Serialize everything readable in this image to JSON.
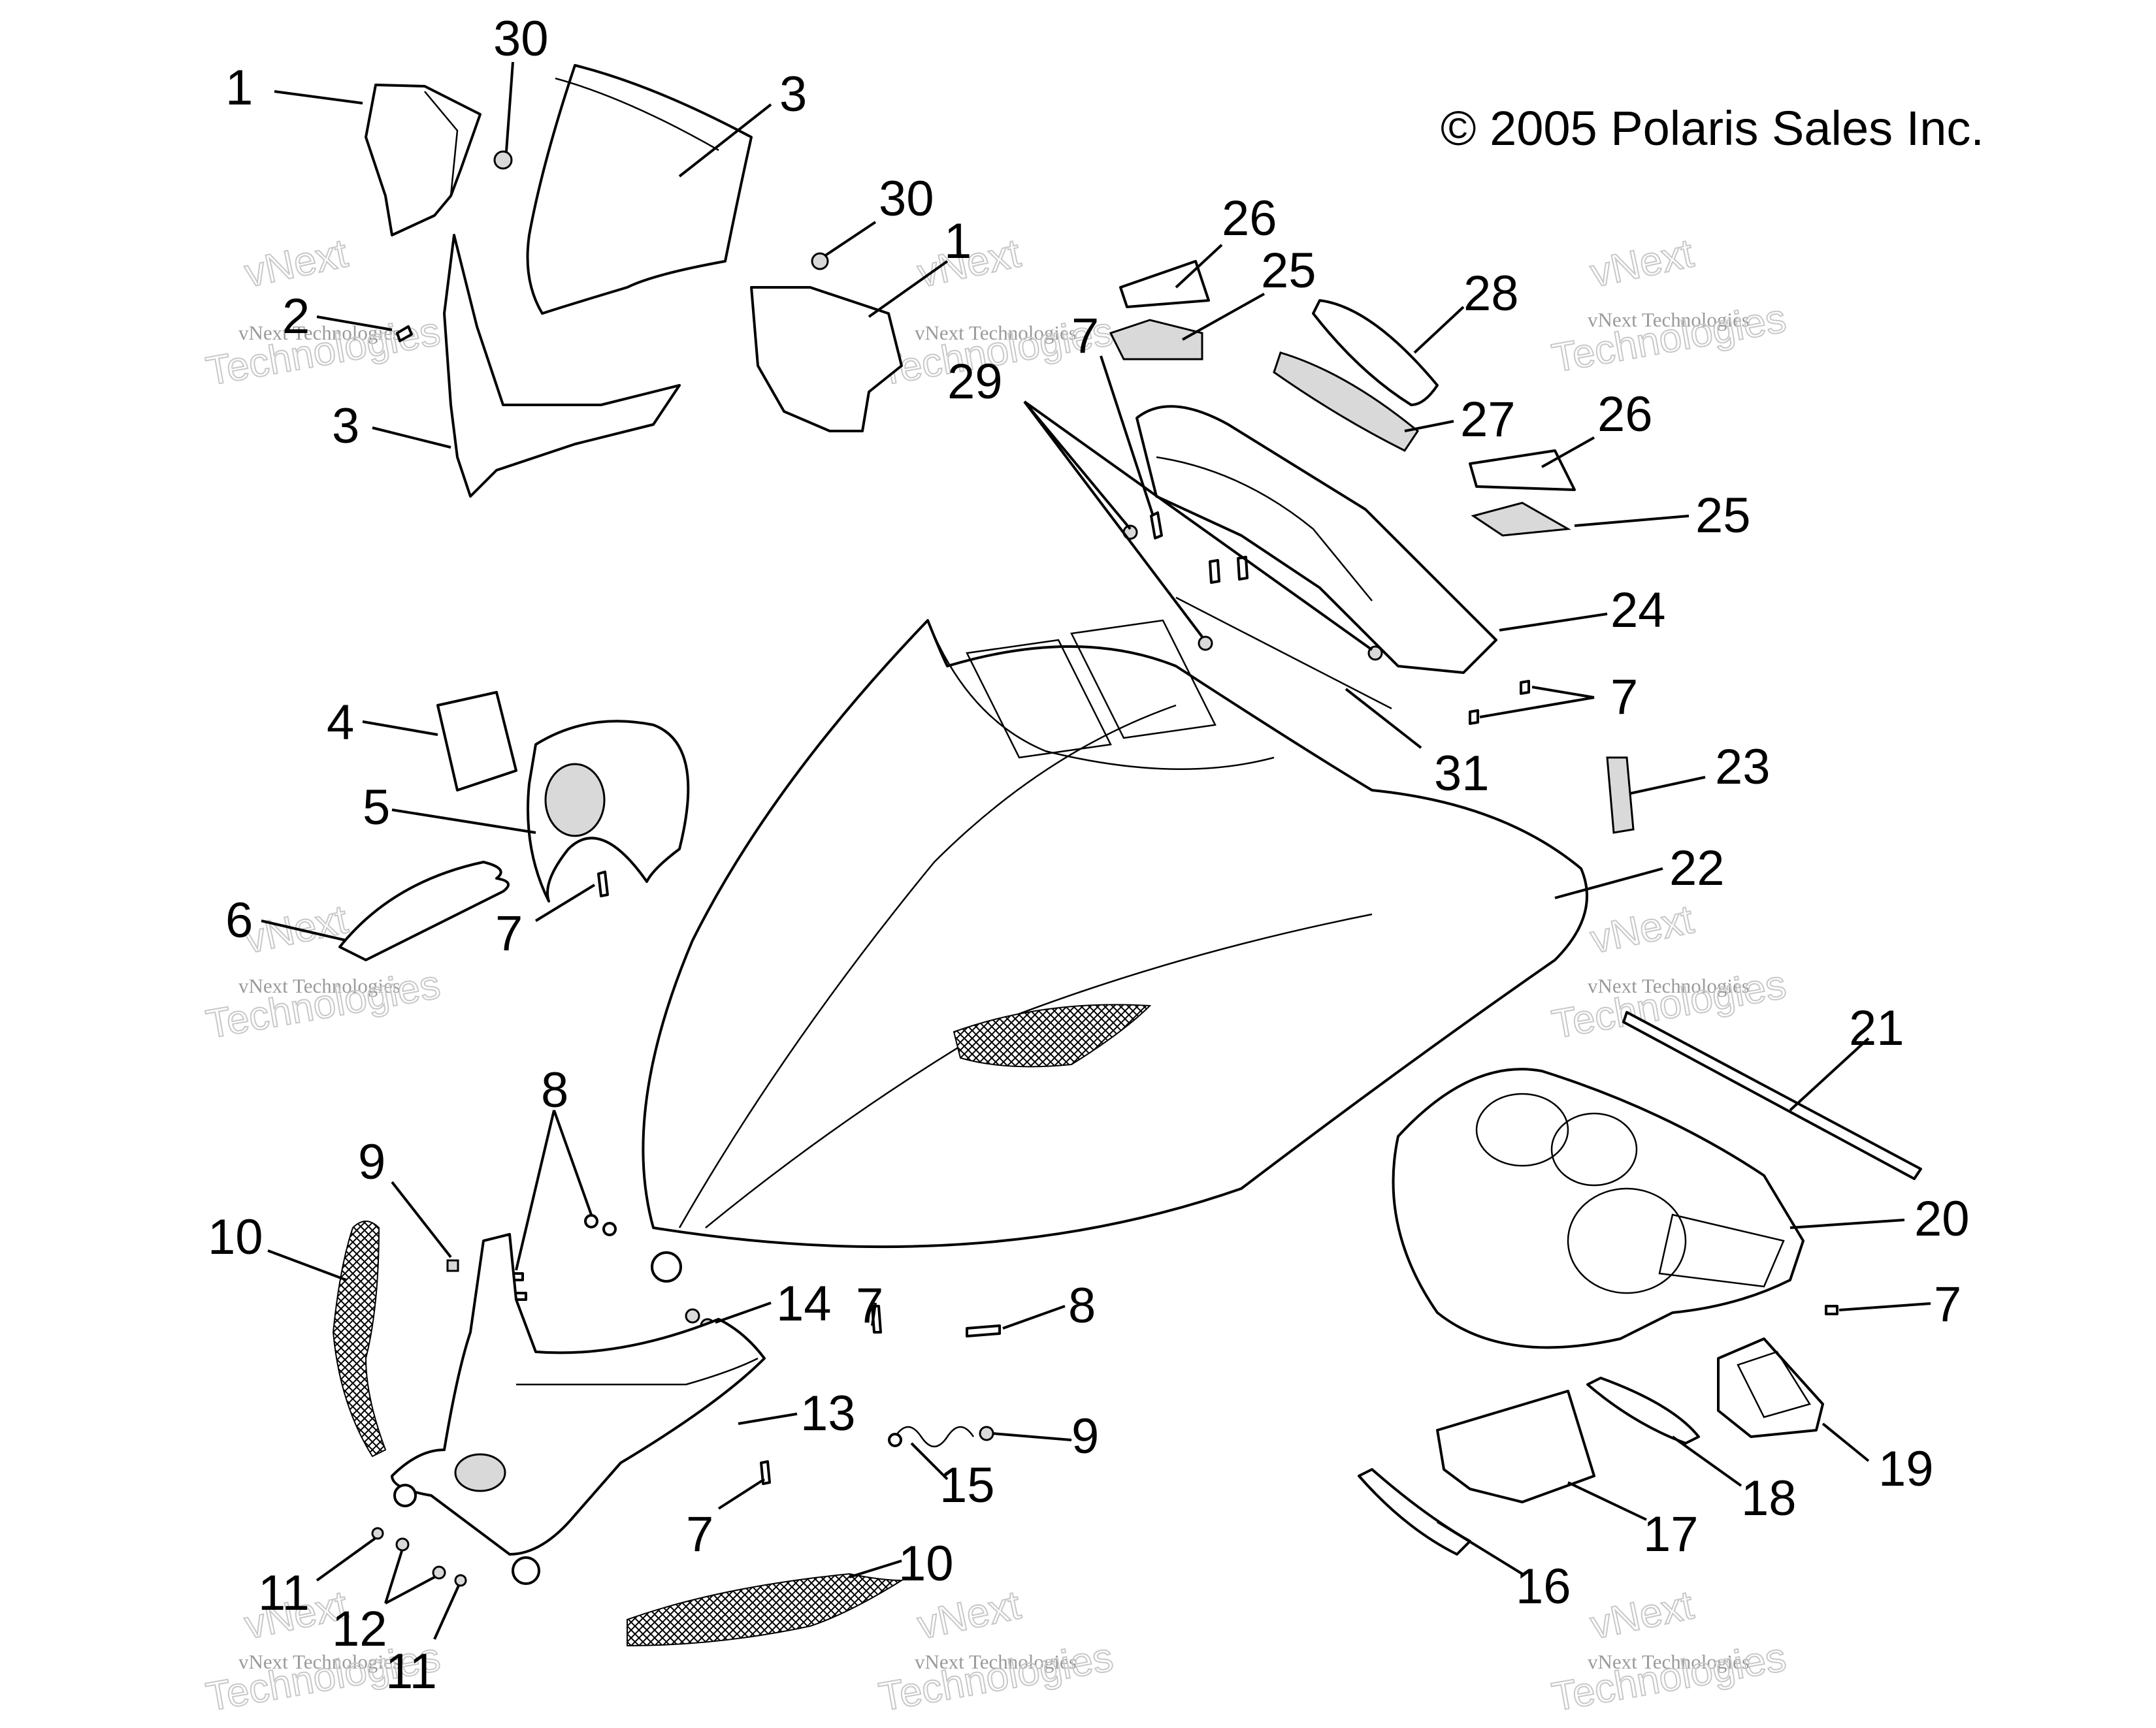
{
  "copyright": "© 2005 Polaris Sales Inc.",
  "watermark": {
    "small": "vNext Technologies",
    "large": "Technologies",
    "corner": "vNext"
  },
  "callouts": [
    "1",
    "30",
    "3",
    "30",
    "1",
    "2",
    "3",
    "26",
    "25",
    "28",
    "27",
    "26",
    "25",
    "7",
    "29",
    "24",
    "7",
    "31",
    "23",
    "22",
    "4",
    "5",
    "6",
    "7",
    "21",
    "20",
    "7",
    "19",
    "18",
    "17",
    "16",
    "8",
    "9",
    "10",
    "14",
    "7",
    "8",
    "9",
    "15",
    "13",
    "7",
    "10",
    "11",
    "12",
    "11"
  ]
}
